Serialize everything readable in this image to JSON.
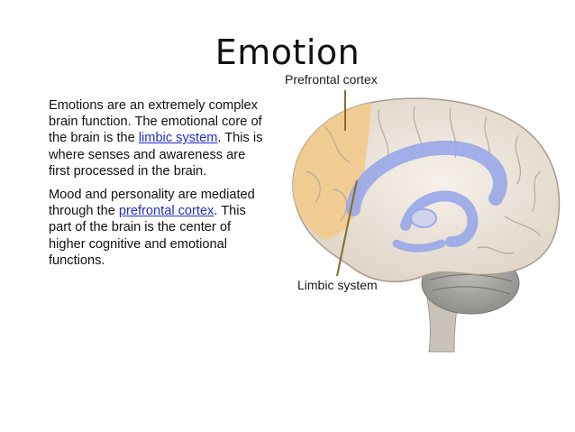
{
  "slide": {
    "title": "Emotion",
    "paragraph1": {
      "before": "Emotions are an extremely complex brain function. The emotional core of the brain is the ",
      "link": "limbic system",
      "after": ". This is where senses and awareness are first processed in the brain."
    },
    "paragraph2": {
      "before": "Mood and personality are mediated through the ",
      "link": "prefrontal cortex",
      "after": ". This part of the brain is the center of higher cognitive and emotional functions."
    }
  },
  "figure": {
    "label_prefrontal": "Prefrontal cortex",
    "label_limbic": "Limbic system",
    "colors": {
      "prefrontal": "#f3c98a",
      "limbic": "#9aa8e8",
      "brain": "#efe7dc",
      "sulci": "#b6aa9c",
      "leader": "#8a6a2f"
    }
  }
}
